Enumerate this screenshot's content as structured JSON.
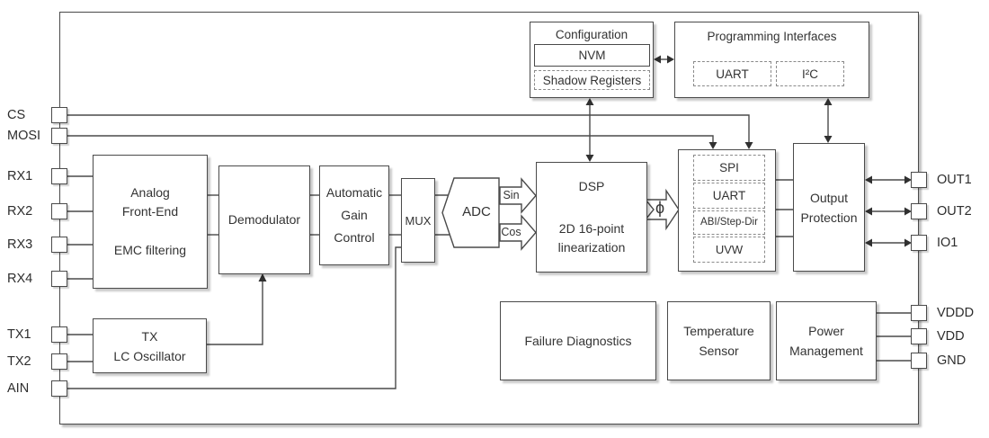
{
  "pins": {
    "left": [
      "CS",
      "MOSI",
      "RX1",
      "RX2",
      "RX3",
      "RX4",
      "TX1",
      "TX2",
      "AIN"
    ],
    "right": [
      "OUT1",
      "OUT2",
      "IO1",
      "VDDD",
      "VDD",
      "GND"
    ]
  },
  "blocks": {
    "afe": {
      "line1": "Analog",
      "line2": "Front-End",
      "line3": "EMC filtering"
    },
    "demodulator": {
      "label": "Demodulator"
    },
    "agc": {
      "line1": "Automatic",
      "line2": "Gain",
      "line3": "Control"
    },
    "mux": {
      "label": "MUX"
    },
    "adc": {
      "label": "ADC"
    },
    "tx_oscillator": {
      "line1": "TX",
      "line2": "LC Oscillator"
    },
    "dsp": {
      "line1": "DSP",
      "line2": "2D 16-point",
      "line3": "linearization"
    },
    "configuration": {
      "title": "Configuration",
      "nvm": "NVM",
      "shadow_registers": "Shadow Registers"
    },
    "programming": {
      "title": "Programming Interfaces",
      "uart": "UART",
      "i2c": "I²C"
    },
    "interface": {
      "rows": [
        "SPI",
        "UART",
        "ABI/Step-Dir",
        "UVW"
      ]
    },
    "output_protection": {
      "line1": "Output",
      "line2": "Protection"
    },
    "failure_diagnostics": {
      "label": "Failure Diagnostics"
    },
    "temperature_sensor": {
      "line1": "Temperature",
      "line2": "Sensor"
    },
    "power_management": {
      "line1": "Power",
      "line2": "Management"
    }
  },
  "signals": {
    "sin": "Sin",
    "cos": "Cos",
    "phi": "ϕ"
  },
  "colors": {
    "line": "#4a4a4a",
    "text": "#333333",
    "dashed_border": "#8a8a8a",
    "shadow": "rgba(0,0,0,0.22)"
  }
}
